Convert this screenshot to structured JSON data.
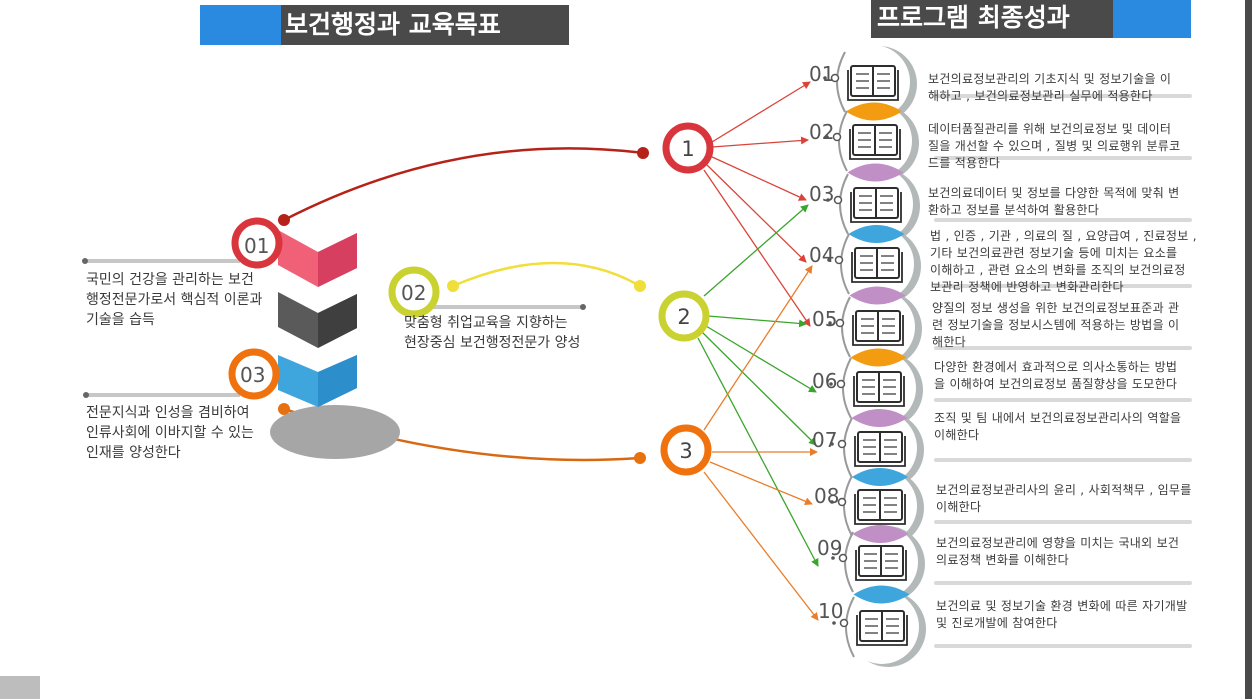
{
  "titles": {
    "left": "보건행정과 교육목표",
    "right": "프로그램 최종성과"
  },
  "goals": [
    {
      "num": "01",
      "lines": [
        "국민의 건강을 관리하는 보건",
        "행정전문가로서 핵심적 이론과",
        "기술을 습득"
      ]
    },
    {
      "num": "02",
      "lines": [
        "맞춤형 취업교육을 지향하는",
        "현장중심 보건행정전문가 양성"
      ]
    },
    {
      "num": "03",
      "lines": [
        "전문지식과 인성을 겸비하여",
        "인류사회에 이바지할 수 있는",
        "인재를 양성한다"
      ]
    }
  ],
  "hubs": [
    "1",
    "2",
    "3"
  ],
  "outcomes": [
    {
      "num": "01",
      "lines": [
        "보건의료정보관리의 기초지식 및 정보기술을 이",
        "해하고 , 보건의료정보관리 실무에 적용한다"
      ]
    },
    {
      "num": "02",
      "lines": [
        "데이터품질관리를 위해 보건의료정보 및 데이터",
        "질을 개선할 수 있으며 , 질병 및 의료행위 분류코",
        "드를 적용한다"
      ]
    },
    {
      "num": "03",
      "lines": [
        "보건의료데이터 및 정보를 다양한 목적에 맞춰 변",
        "환하고 정보를 분석하여 활용한다"
      ]
    },
    {
      "num": "04",
      "lines": [
        "법 , 인증 , 기관 , 의료의 질 , 요양급여 , 진료정보 ,",
        "기타 보건의료관련 정보기술 등에 미치는 요소를",
        "이해하고 , 관련 요소의 변화를 조직의 보건의료정",
        "보관리 정책에 반영하고 변화관리한다"
      ]
    },
    {
      "num": "05",
      "lines": [
        "양질의 정보 생성을 위한 보건의료정보표준과 관",
        "련 정보기술을 정보시스템에 적용하는 방법을 이",
        "해한다"
      ]
    },
    {
      "num": "06",
      "lines": [
        "다양한 환경에서 효과적으로 의사소통하는 방법",
        "을 이해하여 보건의료정보 품질향상을 도모한다"
      ]
    },
    {
      "num": "07",
      "lines": [
        "조직 및 팀 내에서 보건의료정보관리사의 역할을",
        "이해한다"
      ]
    },
    {
      "num": "08",
      "lines": [
        "보건의료정보관리사의 윤리 , 사회적책무 , 임무를",
        "이해한다"
      ]
    },
    {
      "num": "09",
      "lines": [
        "보건의료정보관리에 영향을 미치는 국내외 보건",
        "의료정책 변화를 이해한다"
      ]
    },
    {
      "num": "10",
      "lines": [
        "보건의료 및 정보기술 환경 변화에 따른 자기개발",
        "및 진로개발에 참여한다"
      ]
    }
  ],
  "colors": {
    "goal1": "#d9353c",
    "goal2": "#c9d230",
    "goal3": "#f0720e",
    "hub1_arrows": "#d9443a",
    "hub2_arrows": "#3aa52c",
    "hub3_arrows": "#ea7d2a",
    "title_bg": "#4a4a4a",
    "accent_blue": "#2a8ae0"
  },
  "icons": {
    "outcome": "open-book-icon"
  }
}
